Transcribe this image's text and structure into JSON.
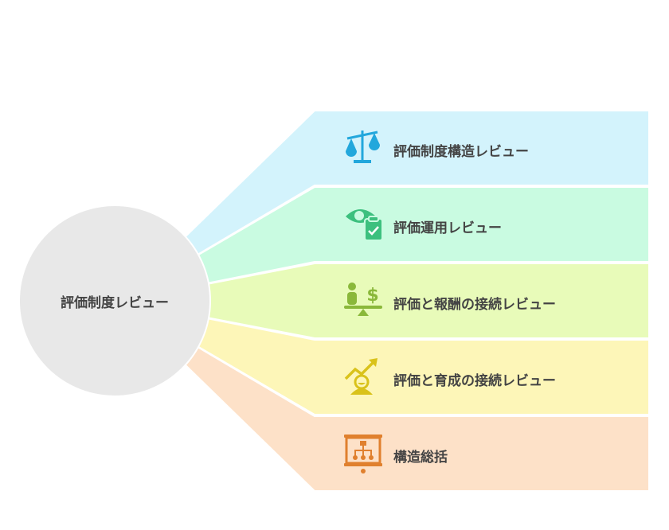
{
  "center": {
    "label": "評価制度レビュー",
    "color": "#e8e8e8"
  },
  "branches": [
    {
      "label": "評価制度構造レビュー",
      "icon": "scales-icon",
      "bg": "#d3f3fc",
      "fg": "#22a7dc"
    },
    {
      "label": "評価運用レビュー",
      "icon": "eye-clipboard-icon",
      "bg": "#c9fbe1",
      "fg": "#3cc07e"
    },
    {
      "label": "評価と報酬の接続レビュー",
      "icon": "person-money-balance-icon",
      "bg": "#e8fbb9",
      "fg": "#8ab83a"
    },
    {
      "label": "評価と育成の接続レビュー",
      "icon": "person-growth-icon",
      "bg": "#fdf6b8",
      "fg": "#d9c21a"
    },
    {
      "label": "構造総括",
      "icon": "presentation-hierarchy-icon",
      "bg": "#fde1c8",
      "fg": "#e0802e"
    }
  ]
}
